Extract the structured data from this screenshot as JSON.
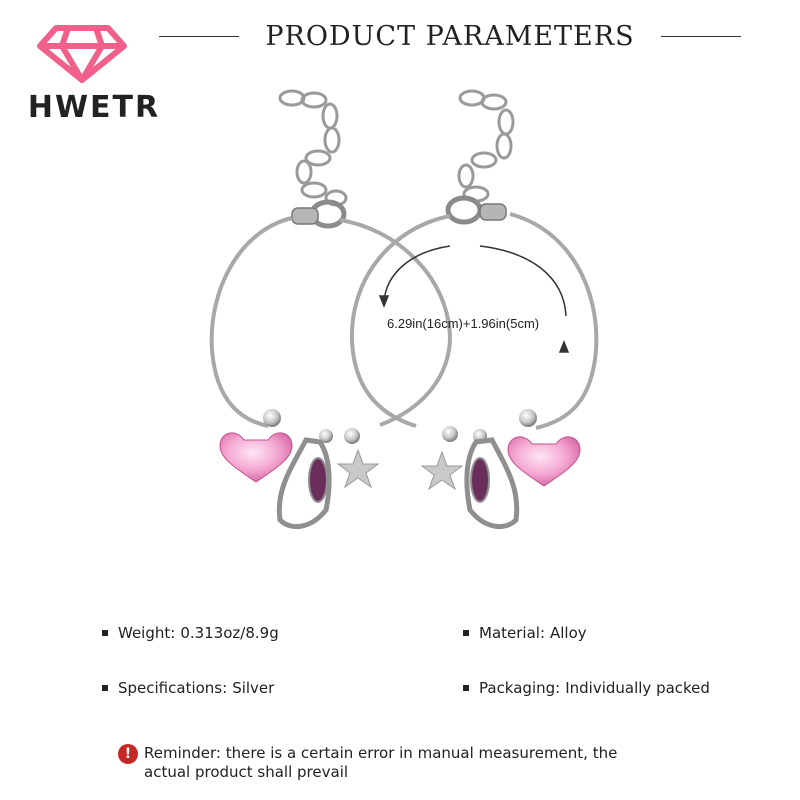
{
  "brand": {
    "name": "HWETR",
    "color": "#f0608a"
  },
  "title": "PRODUCT PARAMETERS",
  "measurement": "6.29in(16cm)+1.96in(5cm)",
  "specs": {
    "weight": {
      "label": "Weight:",
      "value": "0.313oz/8.9g"
    },
    "material": {
      "label": "Material:",
      "value": "Alloy"
    },
    "specifications": {
      "label": "Specifications:",
      "value": "Silver"
    },
    "packaging": {
      "label": "Packaging:",
      "value": "Individually packed"
    }
  },
  "reminder": {
    "icon": "warning-icon",
    "line1": "Reminder: there is a certain error in manual measurement, the",
    "line2": "actual product shall prevail",
    "color": "#c62828"
  },
  "colors": {
    "heart": "#f4a6d0",
    "crystal": "#6b2e5c",
    "silver": "#b8b8b8"
  }
}
